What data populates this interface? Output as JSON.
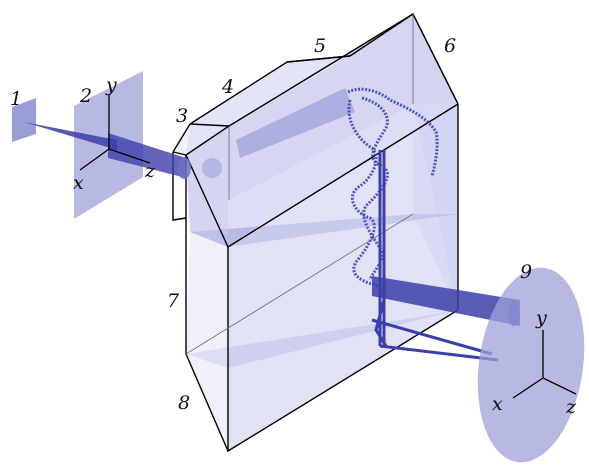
{
  "labels": {
    "l1": "1",
    "l2": "2",
    "l3": "3",
    "l4": "4",
    "l5": "5",
    "l6": "6",
    "l7": "7",
    "l8": "8",
    "l9": "9"
  },
  "axes_input": {
    "x": "x",
    "y": "y",
    "z": "z"
  },
  "axes_output": {
    "x": "x",
    "y": "y",
    "z": "z"
  },
  "colors": {
    "beam": "#3b3fa8",
    "plane": "#8a8cd0",
    "glass": "#c9cbee",
    "edge": "#000000"
  }
}
